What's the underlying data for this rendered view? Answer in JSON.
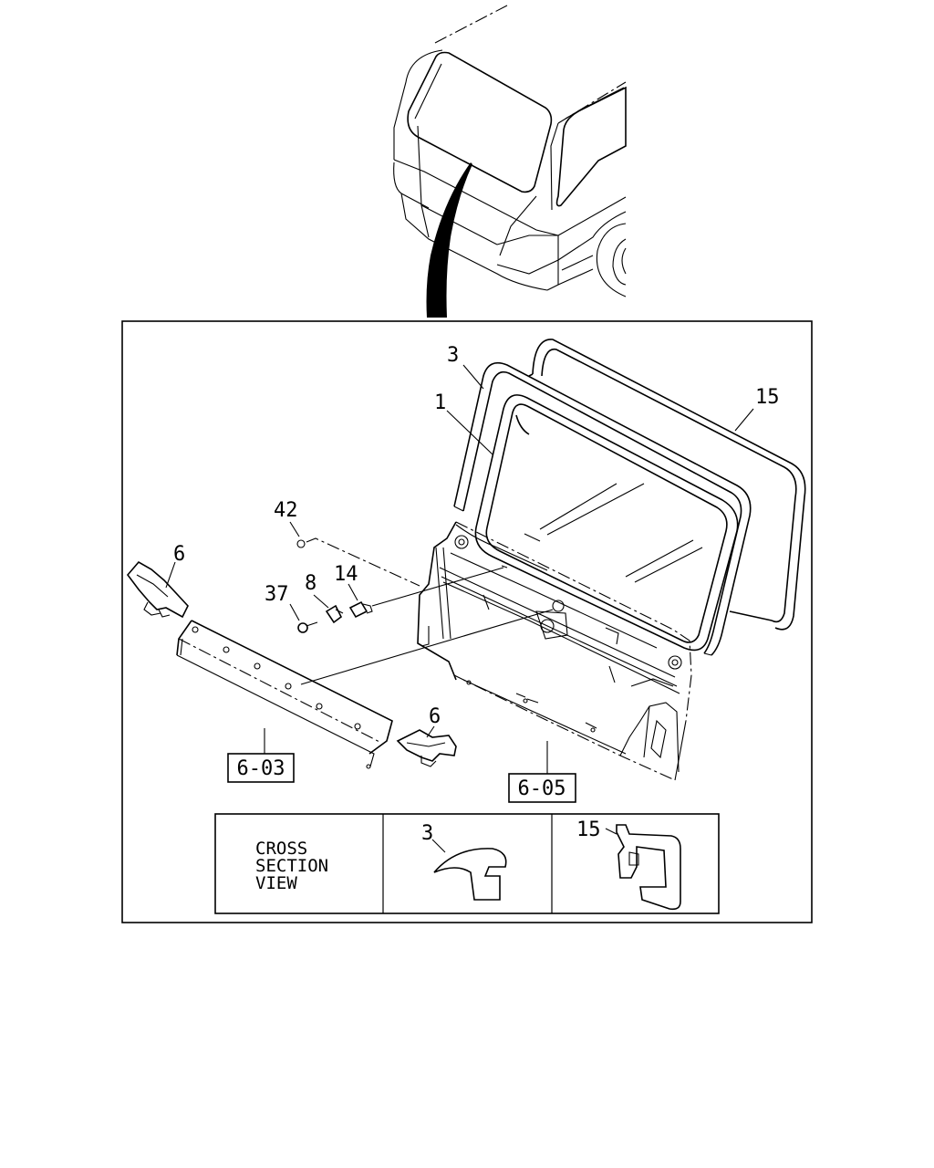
{
  "callouts": {
    "glass": "1",
    "weatherstrip": "3",
    "molding": "15",
    "clip": "42",
    "bracket_left": "6",
    "bracket_right": "6",
    "screw": "37",
    "nut": "8",
    "grommet": "14"
  },
  "reference_boxes": {
    "lower_panel": "6-03",
    "back_panel": "6-05"
  },
  "cross_section": {
    "title_lines": [
      "CROSS",
      "SECTION",
      "VIEW"
    ],
    "section_a_label": "3",
    "section_b_label": "15"
  }
}
